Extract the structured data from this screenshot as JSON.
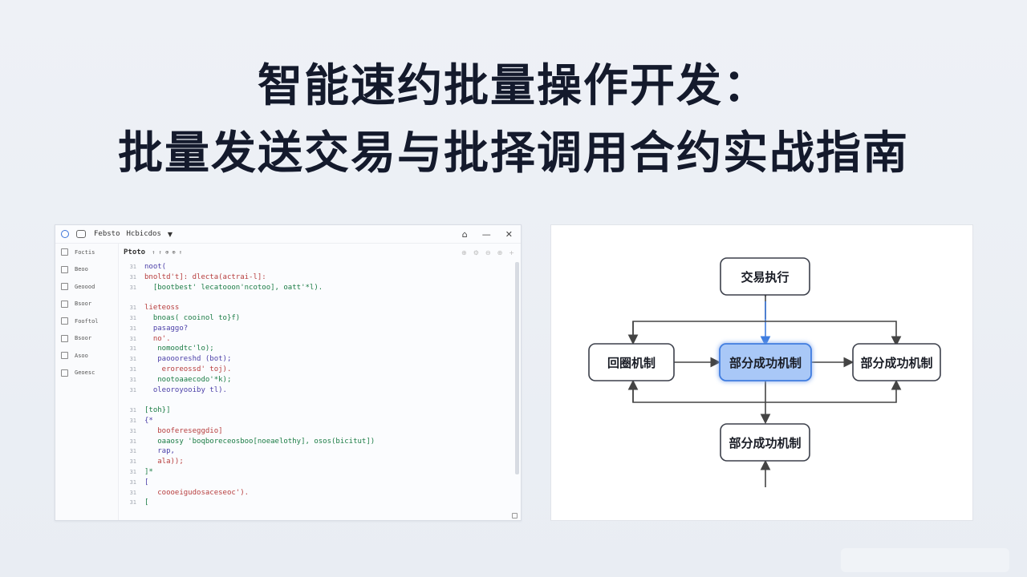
{
  "headline": {
    "line1": "智能速约批量操作开发：",
    "line2": "批量发送交易与批择调用合约实战指南"
  },
  "ide": {
    "titlebar": {
      "text1": "Febsto",
      "text2": "Hcbicdos"
    },
    "tab": {
      "active": "Ptoto",
      "sub": "↑ ↑ ⊕ ⊕ ↑"
    },
    "sidebar": [
      "Foctis",
      "Beoo",
      "Geoood",
      "Bsoor",
      "Fooftol",
      "Bsoor",
      "Asoo",
      "Geoesc"
    ],
    "code": [
      {
        "n": "31",
        "t": "noot("
      },
      {
        "n": "31",
        "t": "bnoltd't]: dlecta(actrai-l]:"
      },
      {
        "n": "31",
        "t": "  [bootbest' lecatooon'ncotoo], oatt'*l)."
      },
      {
        "n": "",
        "t": ""
      },
      {
        "n": "31",
        "t": "lieteoss"
      },
      {
        "n": "31",
        "t": "  bnoas( cooinol to}f)"
      },
      {
        "n": "31",
        "t": "  pasaggo?"
      },
      {
        "n": "31",
        "t": "  no'."
      },
      {
        "n": "31",
        "t": "   nomoodtc'lo);"
      },
      {
        "n": "31",
        "t": "   paoooreshd (bot);"
      },
      {
        "n": "31",
        "t": "    eroreossd' toj)."
      },
      {
        "n": "31",
        "t": "   nootoaaecodo'*k);"
      },
      {
        "n": "31",
        "t": "  oleoroyooiby tl)."
      },
      {
        "n": "",
        "t": ""
      },
      {
        "n": "31",
        "t": "[toh}]"
      },
      {
        "n": "31",
        "t": "{*"
      },
      {
        "n": "31",
        "t": "   boofereseggdio]"
      },
      {
        "n": "31",
        "t": "   oaaosy 'boqboreceosboo[noeaelothy], osos(bicitut])"
      },
      {
        "n": "31",
        "t": "   rap,"
      },
      {
        "n": "31",
        "t": "   ala));"
      },
      {
        "n": "31",
        "t": "]*"
      },
      {
        "n": "31",
        "t": "["
      },
      {
        "n": "31",
        "t": "   coooeigudosaceseoc')."
      },
      {
        "n": "31",
        "t": "["
      }
    ]
  },
  "diagram": {
    "nodes": {
      "top": "交易执行",
      "left": "回圈机制",
      "center": "部分成功机制",
      "right": "部分成功机制",
      "bottom": "部分成功机制"
    },
    "colors": {
      "highlight_fill": "#a9c8f7",
      "highlight_stroke": "#3f7de0",
      "node_stroke": "#3b3f4a"
    }
  }
}
